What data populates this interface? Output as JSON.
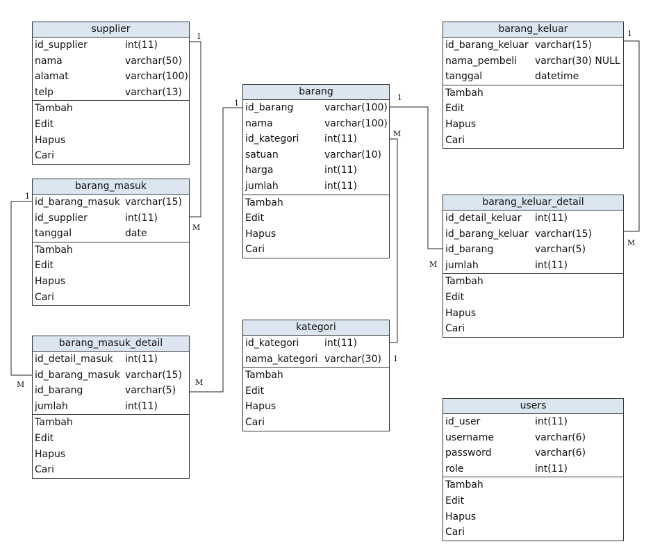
{
  "entities": {
    "supplier": {
      "title": "supplier",
      "attributes": [
        {
          "name": "id_supplier",
          "type": "int(11)"
        },
        {
          "name": "nama",
          "type": "varchar(50)"
        },
        {
          "name": "alamat",
          "type": "varchar(100)"
        },
        {
          "name": "telp",
          "type": "varchar(13)"
        }
      ],
      "operations": [
        "Tambah",
        "Edit",
        "Hapus",
        "Cari"
      ]
    },
    "barang_masuk": {
      "title": "barang_masuk",
      "attributes": [
        {
          "name": "id_barang_masuk",
          "type": "varchar(15)"
        },
        {
          "name": "id_supplier",
          "type": "int(11)"
        },
        {
          "name": "tanggal",
          "type": "date"
        }
      ],
      "operations": [
        "Tambah",
        "Edit",
        "Hapus",
        "Cari"
      ]
    },
    "barang_masuk_detail": {
      "title": "barang_masuk_detail",
      "attributes": [
        {
          "name": "id_detail_masuk",
          "type": "int(11)"
        },
        {
          "name": "id_barang_masuk",
          "type": "varchar(15)"
        },
        {
          "name": "id_barang",
          "type": "varchar(5)"
        },
        {
          "name": "jumlah",
          "type": "int(11)"
        }
      ],
      "operations": [
        "Tambah",
        "Edit",
        "Hapus",
        "Cari"
      ]
    },
    "barang": {
      "title": "barang",
      "attributes": [
        {
          "name": "id_barang",
          "type": "varchar(100)"
        },
        {
          "name": "nama",
          "type": "varchar(100)"
        },
        {
          "name": "id_kategori",
          "type": "int(11)"
        },
        {
          "name": "satuan",
          "type": "varchar(10)"
        },
        {
          "name": "harga",
          "type": "int(11)"
        },
        {
          "name": "jumlah",
          "type": "int(11)"
        }
      ],
      "operations": [
        "Tambah",
        "Edit",
        "Hapus",
        "Cari"
      ]
    },
    "kategori": {
      "title": "kategori",
      "attributes": [
        {
          "name": "id_kategori",
          "type": "int(11)"
        },
        {
          "name": "nama_kategori",
          "type": "varchar(30)"
        }
      ],
      "operations": [
        "Tambah",
        "Edit",
        "Hapus",
        "Cari"
      ]
    },
    "barang_keluar": {
      "title": "barang_keluar",
      "attributes": [
        {
          "name": "id_barang_keluar",
          "type": "varchar(15)"
        },
        {
          "name": "nama_pembeli",
          "type": "varchar(30) NULL"
        },
        {
          "name": "tanggal",
          "type": "datetime"
        }
      ],
      "operations": [
        "Tambah",
        "Edit",
        "Hapus",
        "Cari"
      ]
    },
    "barang_keluar_detail": {
      "title": "barang_keluar_detail",
      "attributes": [
        {
          "name": "id_detail_keluar",
          "type": "int(11)"
        },
        {
          "name": "id_barang_keluar",
          "type": "varchar(15)"
        },
        {
          "name": "id_barang",
          "type": "varchar(5)"
        },
        {
          "name": "jumlah",
          "type": "int(11)"
        }
      ],
      "operations": [
        "Tambah",
        "Edit",
        "Hapus",
        "Cari"
      ]
    },
    "users": {
      "title": "users",
      "attributes": [
        {
          "name": "id_user",
          "type": "int(11)"
        },
        {
          "name": "username",
          "type": "varchar(6)"
        },
        {
          "name": "password",
          "type": "varchar(6)"
        },
        {
          "name": "role",
          "type": "int(11)"
        }
      ],
      "operations": [
        "Tambah",
        "Edit",
        "Hapus",
        "Cari"
      ]
    }
  },
  "relationships": [
    {
      "from": "supplier",
      "to": "barang_masuk",
      "from_card": "1",
      "to_card": "M"
    },
    {
      "from": "barang_masuk",
      "to": "barang_masuk_detail",
      "from_card": "1",
      "to_card": "M"
    },
    {
      "from": "barang",
      "to": "barang_masuk_detail",
      "from_card": "1",
      "to_card": "M"
    },
    {
      "from": "kategori",
      "to": "barang",
      "from_card": "1",
      "to_card": "M"
    },
    {
      "from": "barang",
      "to": "barang_keluar_detail",
      "from_card": "1",
      "to_card": "M"
    },
    {
      "from": "barang_keluar",
      "to": "barang_keluar_detail",
      "from_card": "1",
      "to_card": "M"
    }
  ]
}
